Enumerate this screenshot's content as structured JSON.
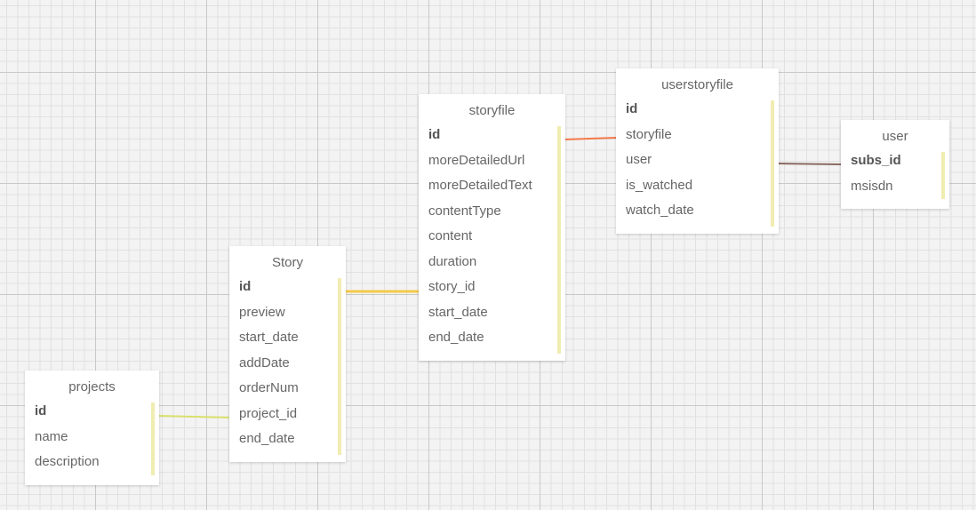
{
  "tables": {
    "projects": {
      "title": "projects",
      "fields": [
        "id",
        "name",
        "description"
      ]
    },
    "story": {
      "title": "Story",
      "fields": [
        "id",
        "preview",
        "start_date",
        "addDate",
        "orderNum",
        "project_id",
        "end_date"
      ]
    },
    "storyfile": {
      "title": "storyfile",
      "fields": [
        "id",
        "moreDetailedUrl",
        "moreDetailedText",
        "contentType",
        "content",
        "duration",
        "story_id",
        "start_date",
        "end_date"
      ]
    },
    "userstoryfile": {
      "title": "userstoryfile",
      "fields": [
        "id",
        "storyfile",
        "user",
        "is_watched",
        "watch_date"
      ]
    },
    "user": {
      "title": "user",
      "fields": [
        "subs_id",
        "msisdn"
      ]
    }
  },
  "links": [
    {
      "from": "projects.id",
      "to": "story.project_id",
      "color": "#d9e06a"
    },
    {
      "from": "story.id",
      "to": "storyfile.story_id",
      "color": "#f5c94a"
    },
    {
      "from": "storyfile.id",
      "to": "userstoryfile.storyfile",
      "color": "#f47a4a"
    },
    {
      "from": "userstoryfile.user",
      "to": "user.subs_id",
      "color": "#8a6a60"
    }
  ],
  "colors": {
    "scrollbar": "#f1ecb1",
    "table_bg": "#ffffff",
    "text": "#666666"
  }
}
